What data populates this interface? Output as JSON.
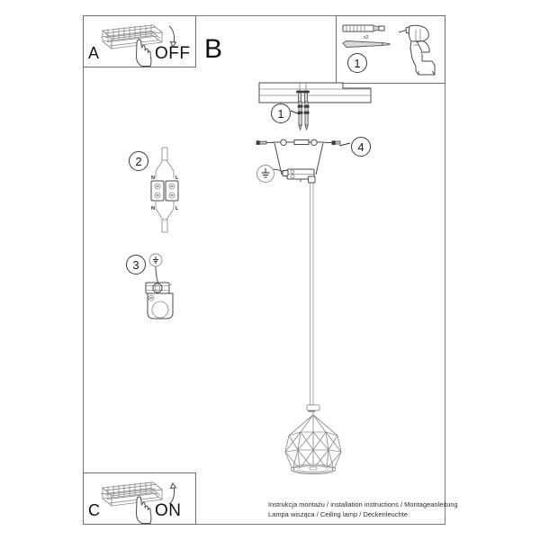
{
  "document": {
    "type": "installation-instruction-sheet",
    "product": "pendant ceiling lamp with geometric wire cage shade",
    "background_color": "#ffffff",
    "line_color": "#4a4a4a"
  },
  "panels": {
    "a": {
      "letter": "A",
      "word": "OFF",
      "icon": "fuse-box-hand-switch-off",
      "description": "Switch off power at the fuse box"
    },
    "b": {
      "letter": "B",
      "description": "Main assembly drawing of the pendant lamp"
    },
    "c": {
      "letter": "C",
      "word": "ON",
      "icon": "fuse-box-hand-switch-on",
      "description": "Switch power back on at the fuse box"
    }
  },
  "steps": [
    {
      "number": "1",
      "location": "parts-panel",
      "parts_label": "x2",
      "parts": [
        "wall-plug",
        "screw"
      ],
      "tool": "power-drill"
    },
    {
      "number": "1",
      "location": "ceiling-plate",
      "description": "Fix the mounting plate to the ceiling with two screws"
    },
    {
      "number": "2",
      "location": "terminal-block",
      "terminals_top": [
        "N",
        "L"
      ],
      "terminals_bottom": [
        "N",
        "L"
      ],
      "description": "Connect the mains wires in the terminal block"
    },
    {
      "number": "3",
      "location": "lamp-holder",
      "symbol": "earth-ground",
      "description": "Connect the earth wire to the lamp holder"
    },
    {
      "number": "4",
      "location": "bracket-screws",
      "description": "Tighten the bracket fixing screws"
    }
  ],
  "callouts": {
    "one": "1",
    "two": "2",
    "three": "3",
    "four": "4"
  },
  "footer": {
    "line1": "Instrukcja montażu / installation instructions / Montageanleitung",
    "line2": "Lampa wisząca / Ceiling lamp / Deckenleuchte"
  }
}
